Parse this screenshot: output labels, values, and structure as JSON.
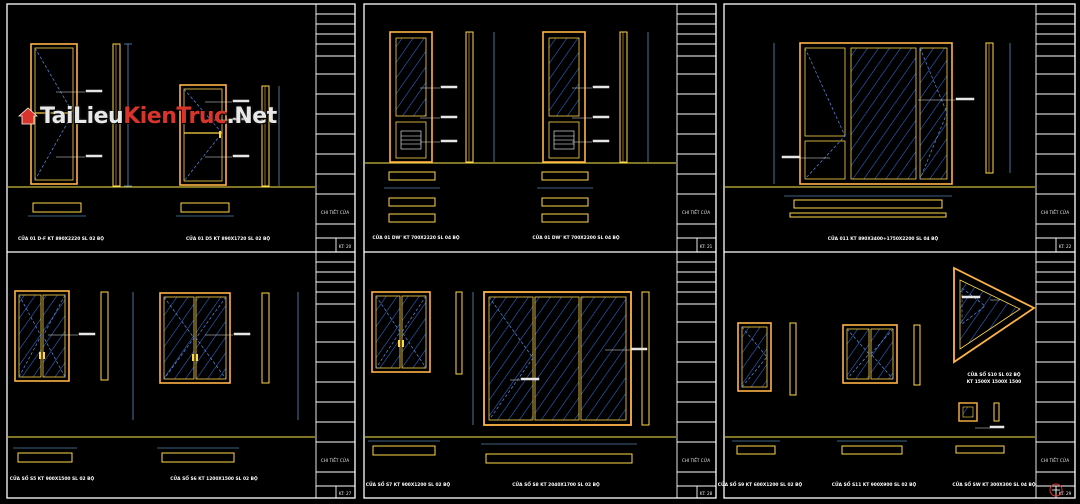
{
  "watermark": {
    "part1": "TaiLieu",
    "part2": "KienTruc",
    "part3": ".Net",
    "brand_color": "#d9342b"
  },
  "sheets": [
    {
      "id": "tl",
      "captions": [
        "CỬA 01 D-F KT 890X2220 SL 02 BỘ",
        "CỬA 01 D5 KT 890X1720 SL 02 BỘ"
      ],
      "title": "CHI TIẾT CỬA",
      "sheet_no": "KT: 20"
    },
    {
      "id": "tm",
      "captions": [
        "CỬA 01 DW' KT 700X2220 SL 04 BỘ",
        "CỬA 01 DW' KT 700X2200 SL 04 BỘ"
      ],
      "title": "CHI TIẾT CỬA",
      "sheet_no": "KT: 21"
    },
    {
      "id": "tr",
      "captions": [
        "CỬA 011 KT 890X3400+1750X2200 SL 04 BỘ"
      ],
      "title": "CHI TIẾT CỬA",
      "sheet_no": "KT: 22"
    },
    {
      "id": "bl",
      "captions": [
        "CỬA SỔ S5 KT 900X1500 SL 02 BỘ",
        "CỬA SỔ S6 KT 1200X1500 SL 02 BỘ"
      ],
      "title": "CHI TIẾT CỬA",
      "sheet_no": "KT: 27"
    },
    {
      "id": "bm",
      "captions": [
        "CỬA SỔ S7 KT 900X1200 SL 02 BỘ",
        "CỬA SỔ S8 KT 2040X1700 SL 02 BỘ"
      ],
      "title": "CHI TIẾT CỬA",
      "sheet_no": "KT: 28"
    },
    {
      "id": "br",
      "captions": [
        "CỬA SỔ S9 KT 600X1200 SL 02 BỘ",
        "CỬA SỔ S11 KT 900X900 SL 02 BỘ",
        "CỬA SỔ S10 SL 02 BỘ",
        "KT 1500X 1500X 1500",
        "CỬA SỔ SW KT 300X300 SL 04 BỘ"
      ],
      "title": "CHI TIẾT CỬA",
      "sheet_no": "KT: 29"
    }
  ],
  "colors": {
    "frame": "#ffffff",
    "door": "#ffb347",
    "profile": "#ffd84a",
    "glass": "#2f6fd6",
    "dim": "#7dc4ff",
    "ground": "#ffe94a",
    "leader": "#e6e6e6"
  }
}
